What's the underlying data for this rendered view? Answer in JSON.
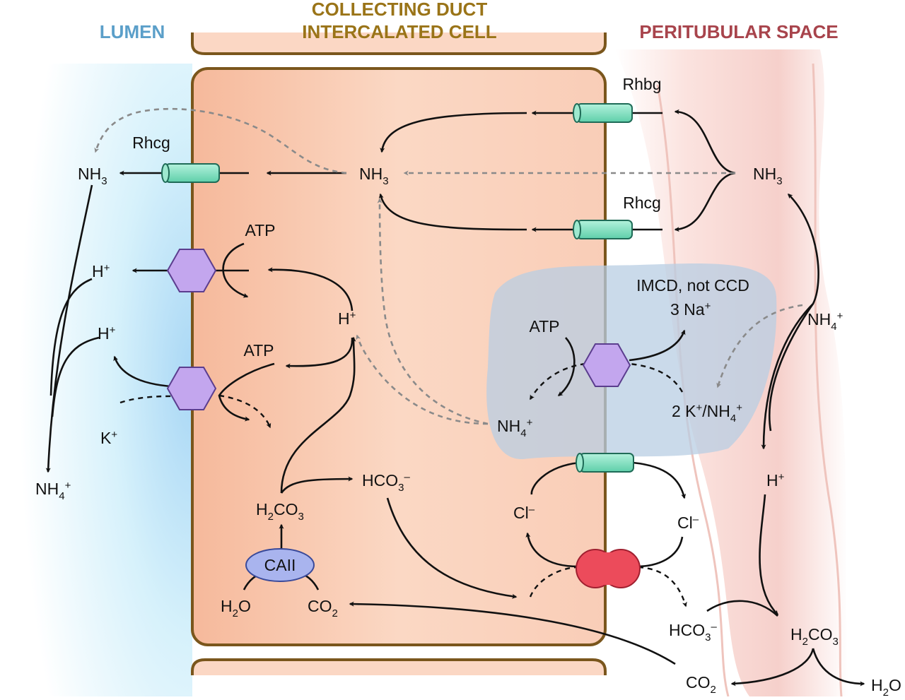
{
  "headers": {
    "lumen": "LUMEN",
    "cell_line1": "COLLECTING DUCT",
    "cell_line2": "INTERCALATED CELL",
    "peritubular": "PERITUBULAR SPACE"
  },
  "transporters": {
    "rhbg": "Rhbg",
    "rhcg_apical": "Rhcg",
    "rhcg_basolateral": "Rhcg",
    "enzyme": "CAII"
  },
  "labels": {
    "atp": "ATP",
    "imcd_note": "IMCD, not CCD",
    "na_coef": "3 Na",
    "k_nh4_coef": "2 K",
    "k_nh4_sep": "/NH",
    "h": "H",
    "nh": "NH",
    "k": "K",
    "h2o_h": "H",
    "h2o_o": "O",
    "co": "CO",
    "hco": "HCO",
    "h2co_h": "H",
    "h2co_co": "CO",
    "cl": "Cl",
    "sub3": "3",
    "sub4": "4",
    "sub2": "2",
    "sup_plus": "+",
    "sup_minus": "–"
  },
  "colors": {
    "cell_fill": "#f8c9ae",
    "cell_border": "#7a561c",
    "lumen_blue": "#bfe0f5",
    "peritubular_pink": "#f7d5d0",
    "channel_teal": "#7fe0c0",
    "pump_purple": "#c3a6ee",
    "exchanger_red": "#ec4b5b",
    "enzyme_blue": "#a9b4ee",
    "imcd_region": "#b8cde3"
  }
}
